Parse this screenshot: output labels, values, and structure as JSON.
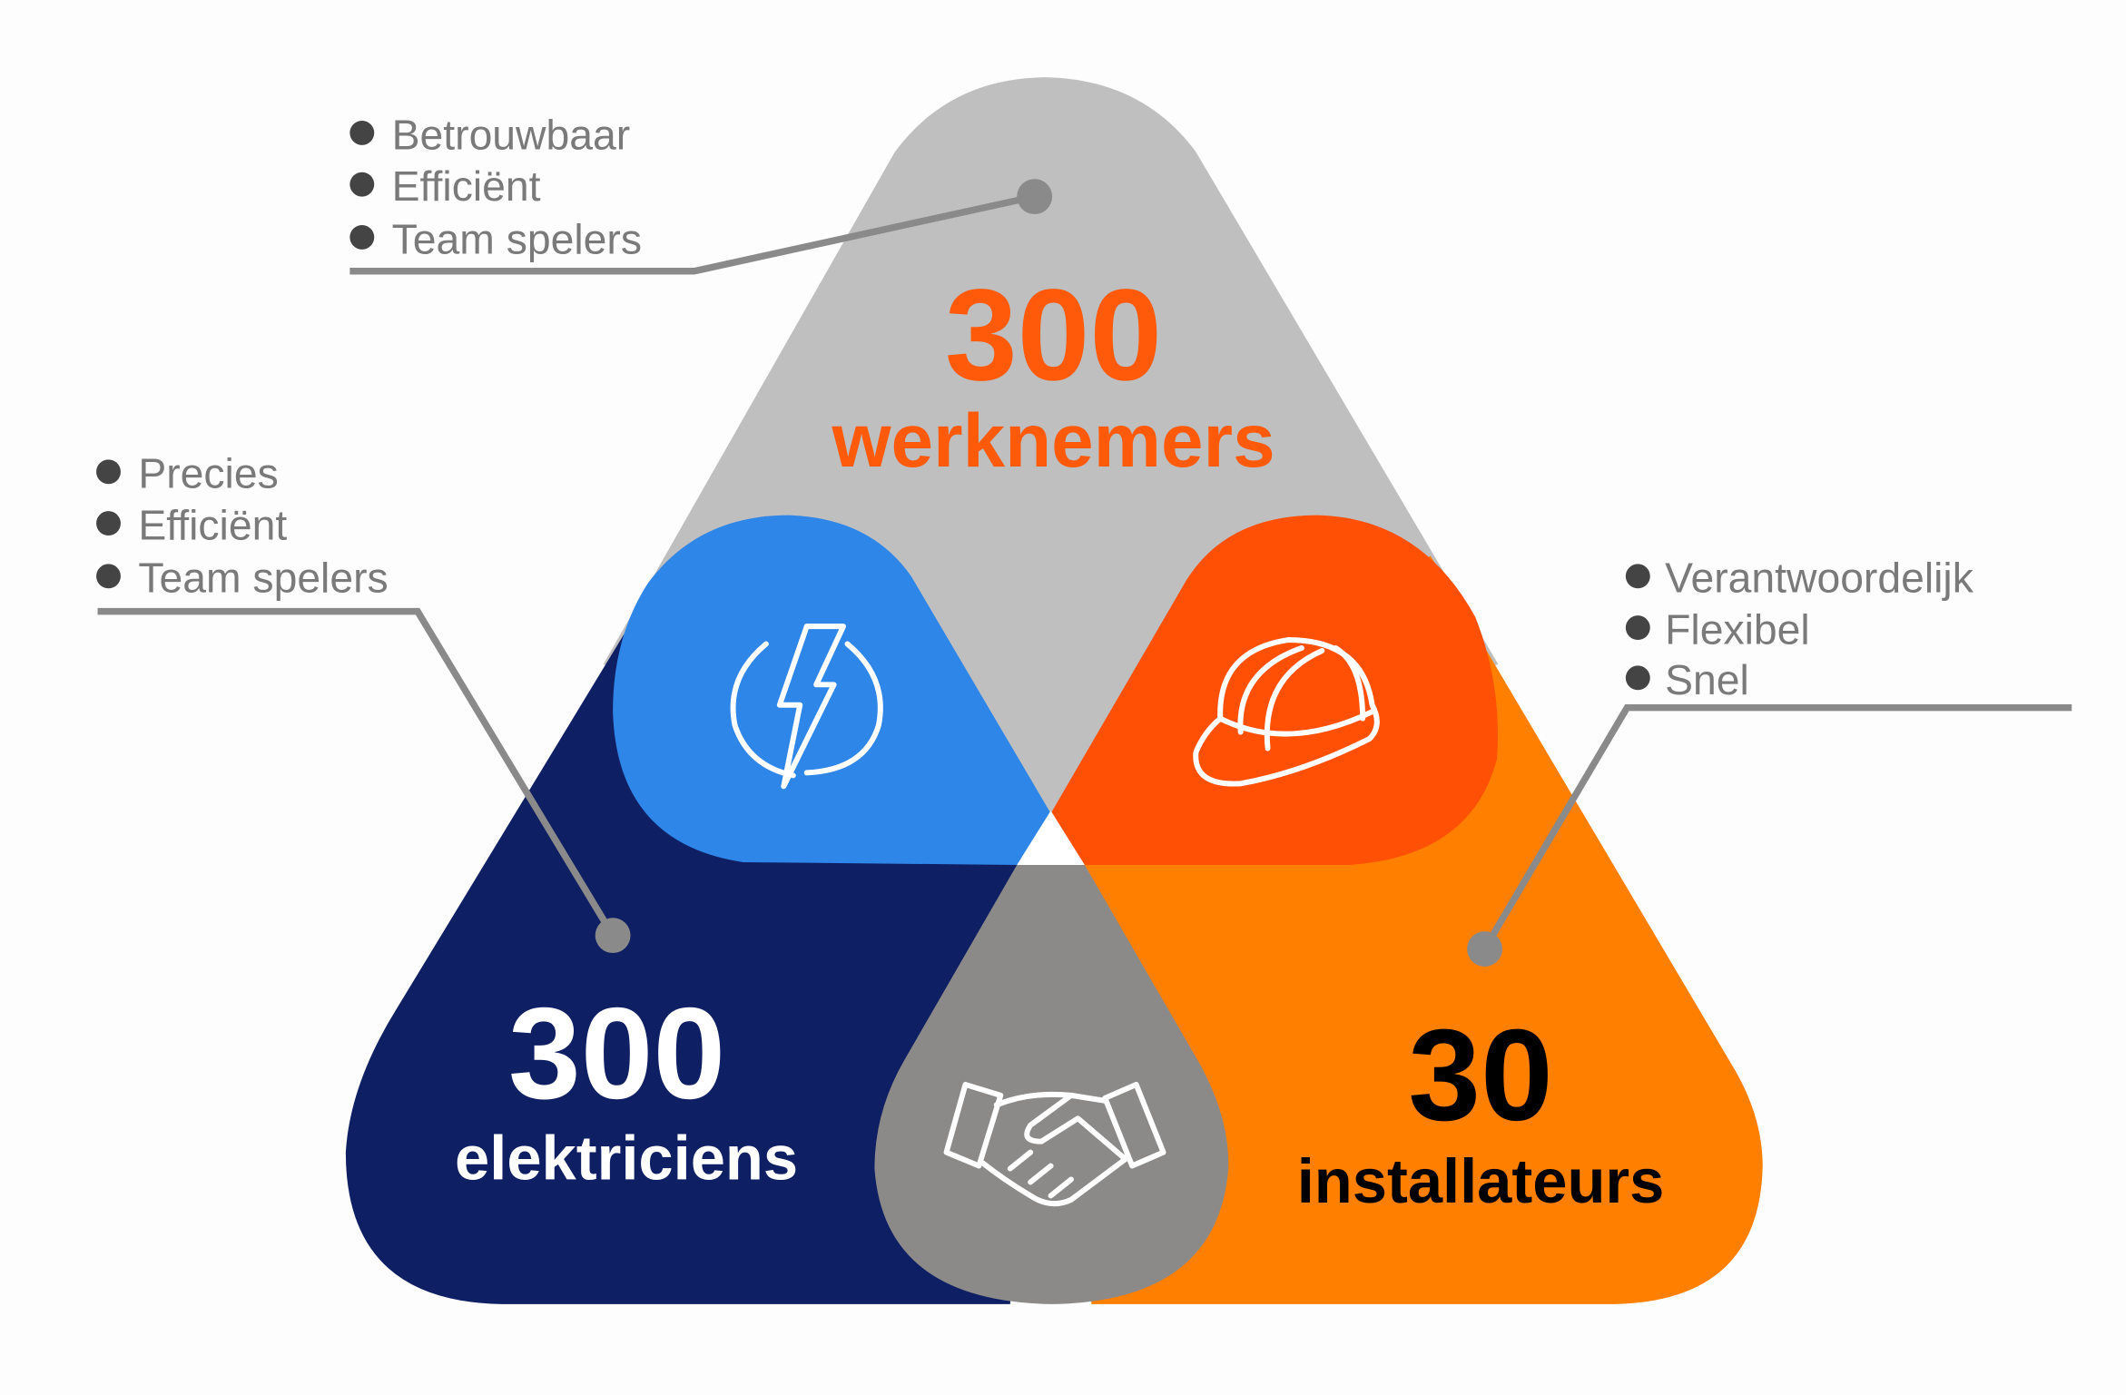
{
  "colors": {
    "top_gray": "#bfbfbf",
    "blue": "#2e86e8",
    "navy": "#0f1f63",
    "red_orange": "#ff5005",
    "orange": "#ff7f00",
    "bottom_gray": "#8b8a89",
    "accent_text": "#ff5a0a"
  },
  "top": {
    "number": "300",
    "label": "werknemers",
    "bullets": [
      "Betrouwbaar",
      "Efficiënt",
      "Team spelers"
    ]
  },
  "left": {
    "number": "300",
    "label": "elektriciens",
    "bullets": [
      "Precies",
      "Efficiënt",
      "Team spelers"
    ],
    "icon": "lightning-power-icon"
  },
  "right": {
    "number": "30",
    "label": "installateurs",
    "bullets": [
      "Verantwoordelijk",
      "Flexibel",
      "Snel"
    ],
    "icon": "hard-hat-icon"
  },
  "center": {
    "icon": "handshake-icon"
  }
}
